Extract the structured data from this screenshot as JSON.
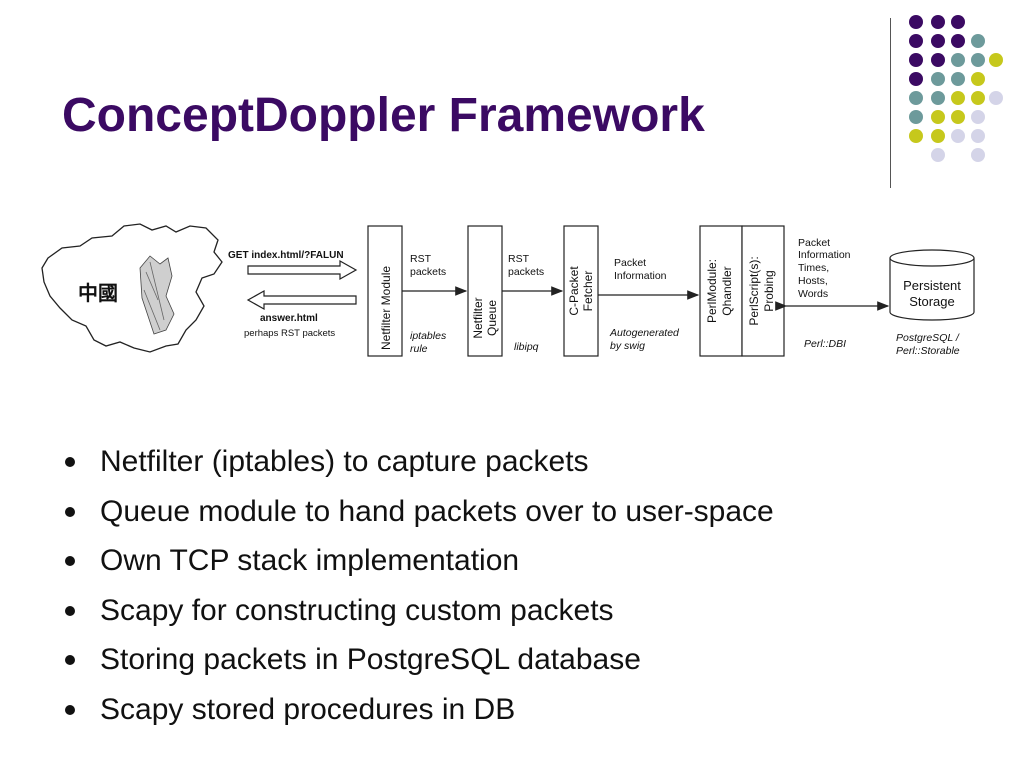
{
  "slide": {
    "title": "ConceptDoppler Framework"
  },
  "diagram": {
    "map_label": "中國",
    "get_request": "GET index.html/?FALUN",
    "answer_label": "answer.html",
    "answer_note": "perhaps RST packets",
    "modules": [
      "Netfilter Module",
      [
        "Netfilter",
        "Queue"
      ],
      [
        "C-Packet",
        "Fetcher"
      ],
      [
        "PerlModule:",
        "Qhandler"
      ],
      [
        "PerlScript(s):",
        "Probing"
      ]
    ],
    "rst_packets_1": [
      "RST",
      "packets"
    ],
    "rst_packets_2": [
      "RST",
      "packets"
    ],
    "packet_info": [
      "Packet",
      "Information"
    ],
    "packet_info_detail": [
      "Packet",
      "Information",
      "Times,",
      "Hosts,",
      "Words"
    ],
    "notes": {
      "iptables": [
        "iptables",
        "rule"
      ],
      "libipq": "libipq",
      "swig": [
        "Autogenerated",
        "by swig"
      ],
      "perldbi": "Perl::DBI",
      "storage_note": [
        "PostgreSQL /",
        "Perl::Storable"
      ]
    },
    "storage": [
      "Persistent",
      "Storage"
    ]
  },
  "bullets": [
    "Netfilter (iptables) to capture packets",
    "Queue module to hand packets over to user-space",
    "Own TCP stack implementation",
    "Scapy for constructing custom packets",
    "Storing packets in PostgreSQL database",
    "Scapy stored procedures in DB"
  ],
  "colors": {
    "purple": "#3b0a63",
    "teal": "#6d9a9b",
    "yellow": "#c6c81c",
    "lavender": "#d4d4e8"
  }
}
